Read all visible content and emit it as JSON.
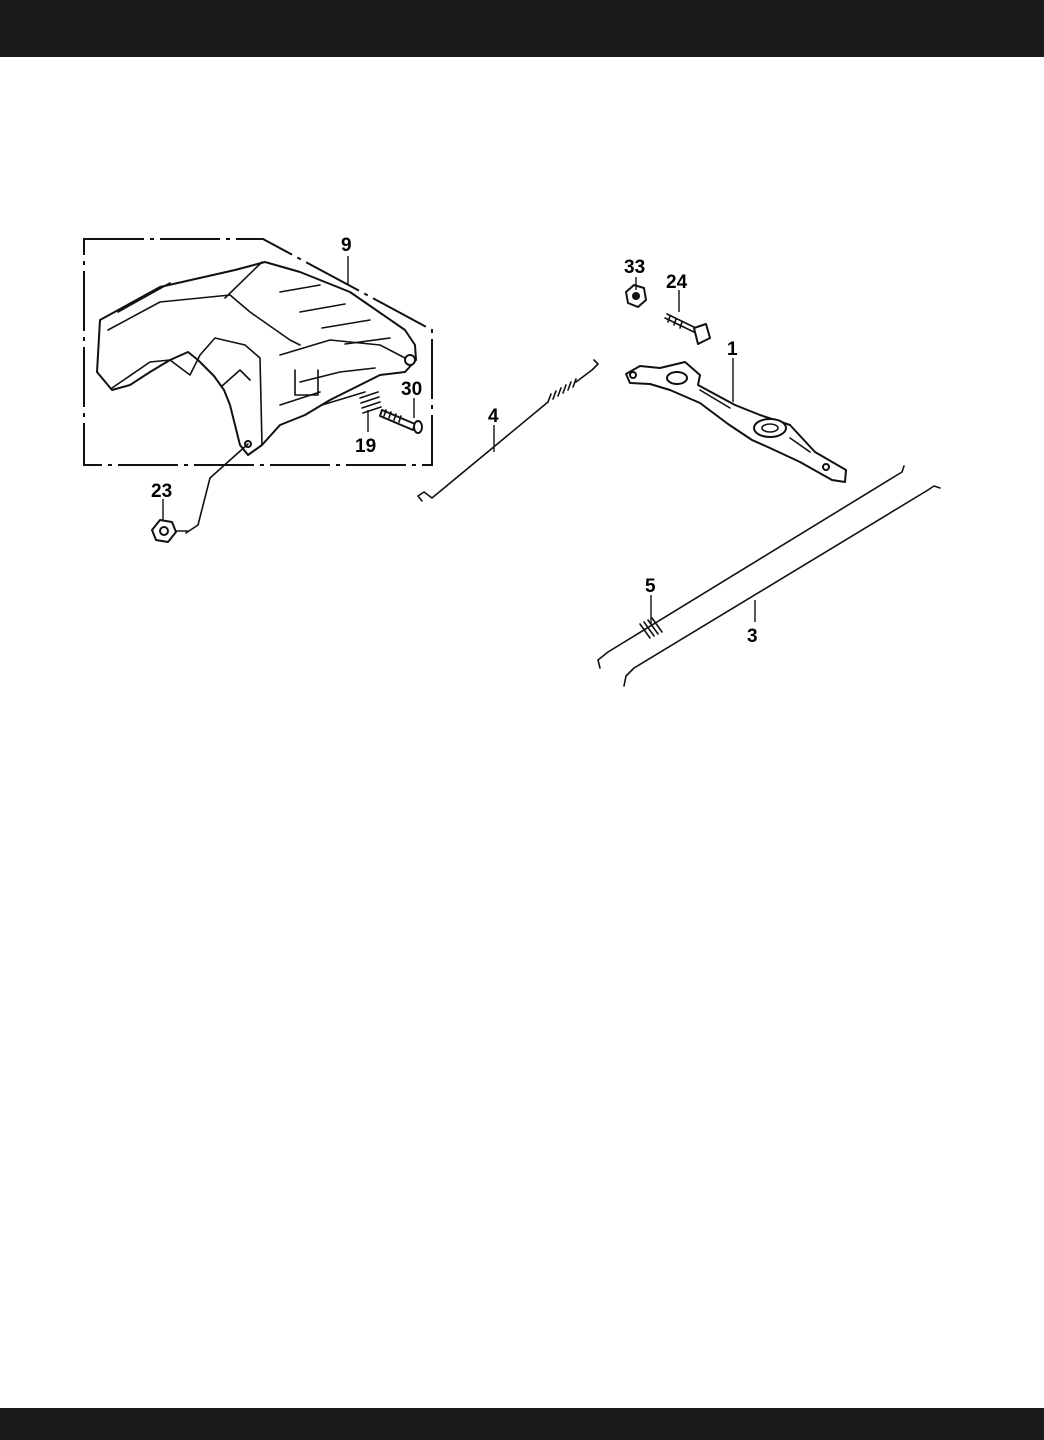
{
  "colors": {
    "header_bar": "#1a1a1a",
    "footer_bar": "#1a1a1a",
    "line": "#111111",
    "background": "#ffffff"
  },
  "callouts": {
    "part_9": "9",
    "part_33": "33",
    "part_24": "24",
    "part_1": "1",
    "part_30": "30",
    "part_4": "4",
    "part_19": "19",
    "part_23": "23",
    "part_5": "5",
    "part_3": "3"
  }
}
